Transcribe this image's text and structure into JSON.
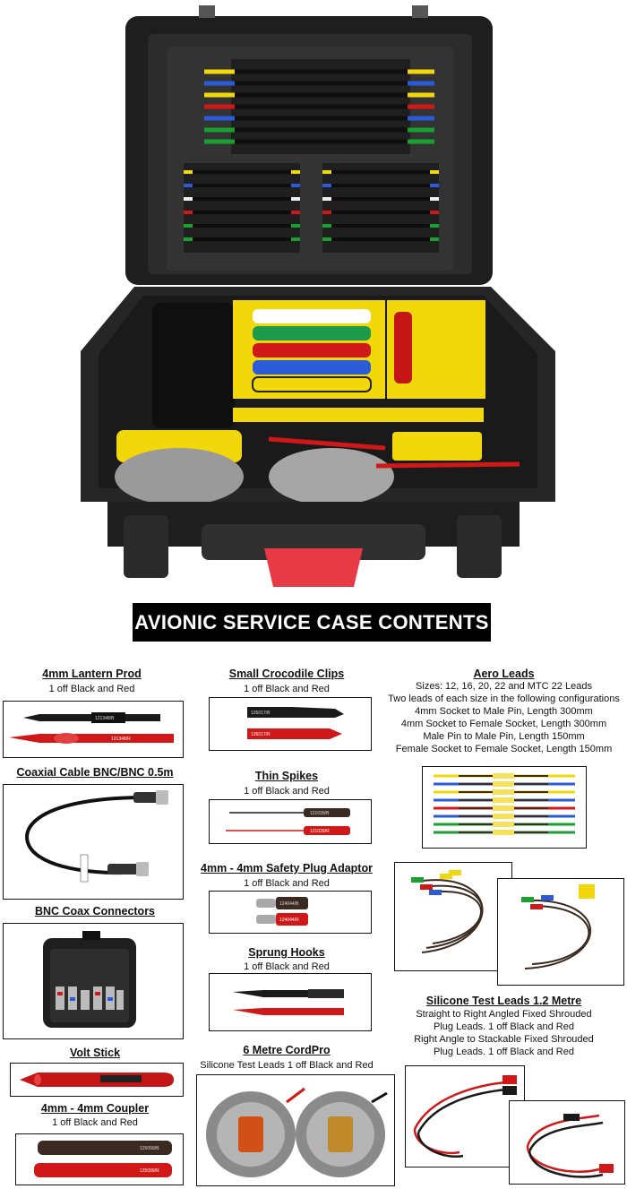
{
  "banner": "AVIONIC SERVICE CASE CONTENTS",
  "sections": {
    "lantern": {
      "title": "4mm Lantern Prod",
      "sub": "1 off Black and Red",
      "codes": [
        "121348/B",
        "121348/R"
      ]
    },
    "coaxial": {
      "title": "Coaxial Cable BNC/BNC 0.5m"
    },
    "bnc": {
      "title": "BNC Coax Connectors"
    },
    "volt": {
      "title": "Volt Stick"
    },
    "coupler": {
      "title": "4mm - 4mm Coupler",
      "sub": "1 off Black and Red",
      "codes": [
        "125099/B",
        "125099/R"
      ]
    },
    "croc": {
      "title": "Small Crocodile Clips",
      "sub": "1 off Black and Red",
      "codes": [
        "126017/B",
        "126017/R"
      ]
    },
    "spikes": {
      "title": "Thin Spikes",
      "sub": "1 off Black and Red",
      "codes": [
        "121039/B",
        "121039/R"
      ]
    },
    "adaptor": {
      "title": "4mm - 4mm Safety Plug Adaptor",
      "sub": "1 off Black and Red",
      "codes": [
        "124044/B",
        "124044/R"
      ]
    },
    "hooks": {
      "title": "Sprung Hooks",
      "sub": "1 off Black and Red"
    },
    "cordpro": {
      "title": "6 Metre CordPro",
      "sub": "Silicone Test Leads 1 off Black and Red"
    },
    "aero": {
      "title": "Aero Leads",
      "lines": [
        "Sizes: 12, 16, 20, 22 and MTC 22 Leads",
        "Two leads of each size in the following configurations",
        "4mm Socket to Male Pin, Length 300mm",
        "4mm Socket to Female Socket, Length 300mm",
        "Male Pin to Male Pin, Length 150mm",
        "Female Socket to Female Socket, Length 150mm"
      ]
    },
    "silicone": {
      "title": "Silicone Test Leads 1.2 Metre",
      "lines": [
        "Straight to Right Angled Fixed Shrouded",
        "Plug Leads. 1 off Black and Red",
        "Right Angle to Stackable Fixed Shrouded",
        "Plug Leads. 1 off Black and Red"
      ]
    }
  },
  "colors": {
    "accent_yellow": "#f2d80a",
    "lead_red": "#d01818",
    "lead_black": "#1a1a1a",
    "case_black": "#232323"
  }
}
